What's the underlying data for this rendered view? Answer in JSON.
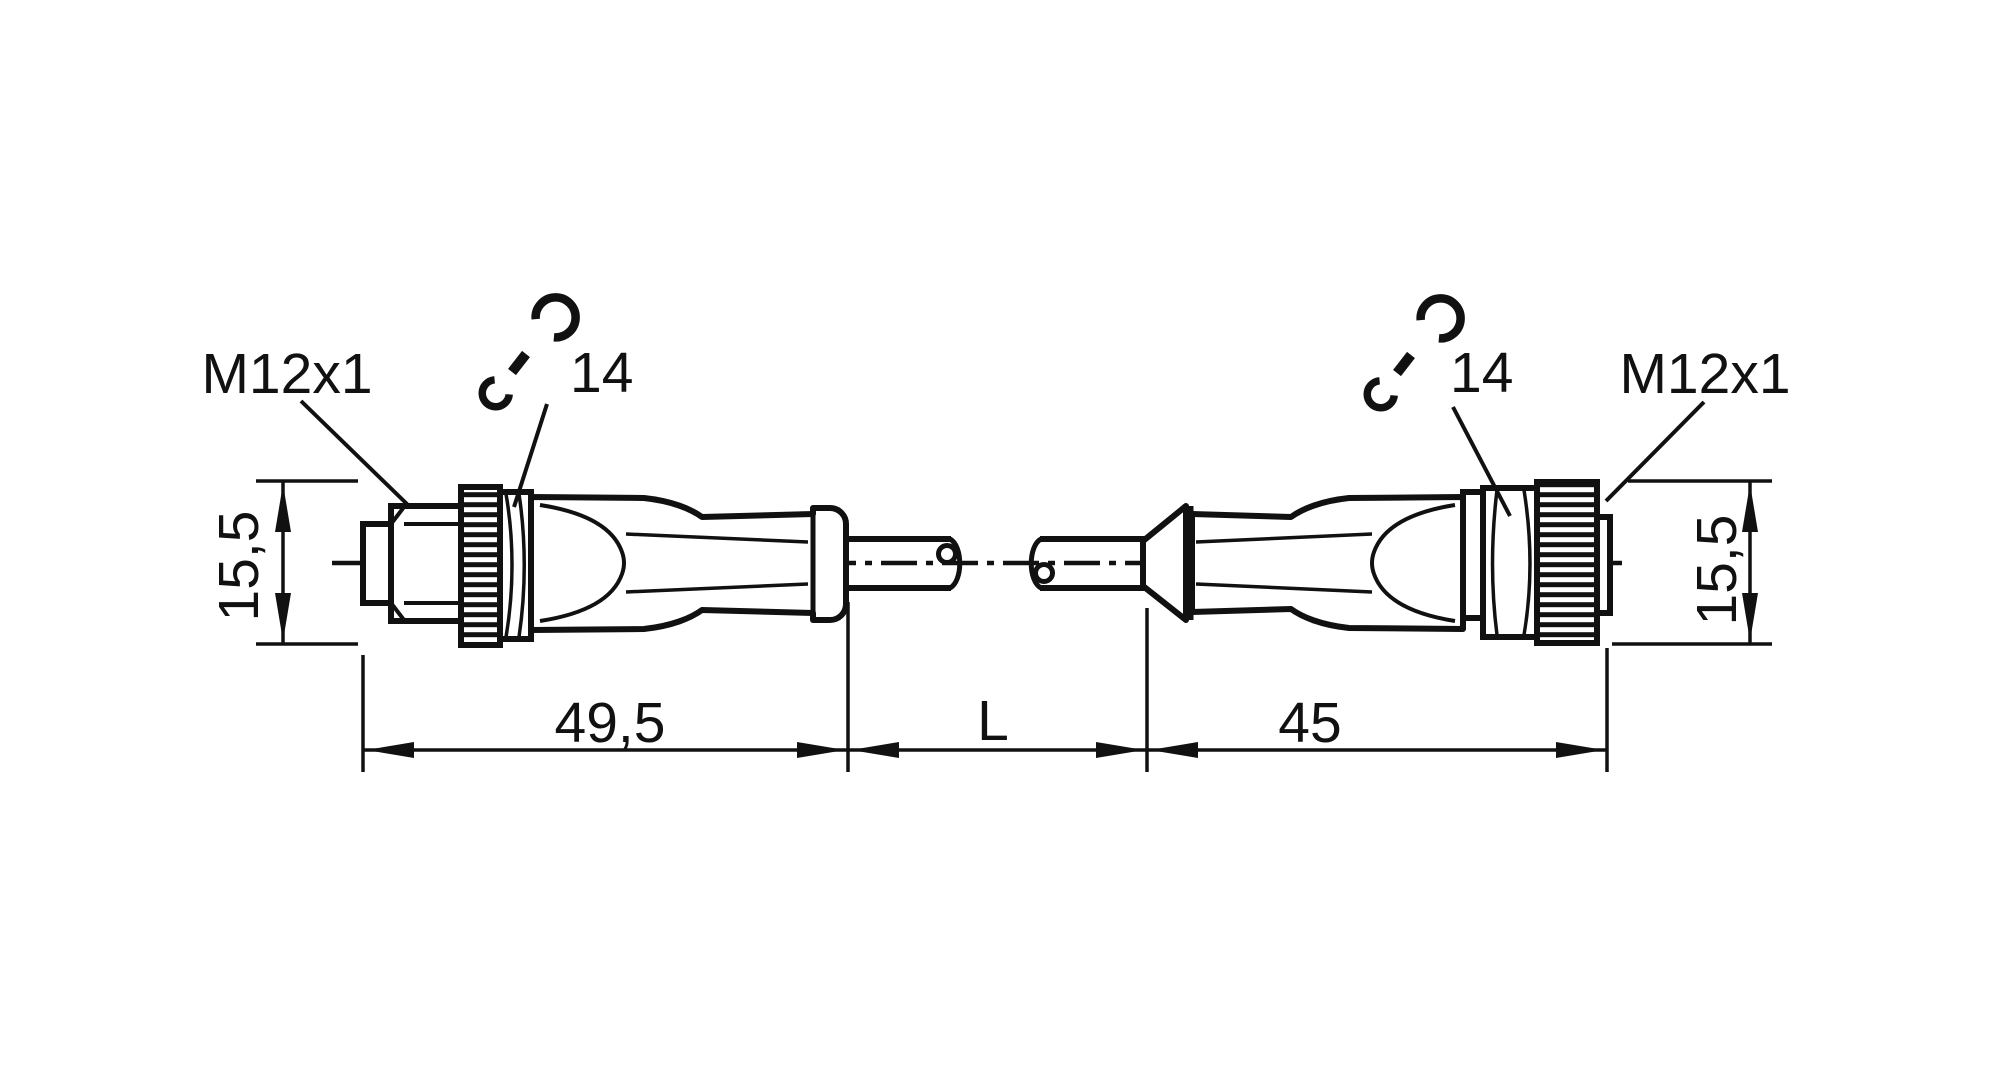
{
  "drawing": {
    "background": "#ffffff",
    "line_color": "#111111",
    "labels": {
      "left_connector_thread": "M12x1",
      "left_wrench_size": "14",
      "right_wrench_size": "14",
      "right_connector_thread": "M12x1"
    },
    "dimensions": {
      "left_connector_diameter": "15,5",
      "left_connector_length": "49,5",
      "cable_length": "L",
      "right_connector_length": "45",
      "right_connector_diameter": "15,5"
    },
    "icons": {
      "wrench": "open-end-wrench-icon"
    }
  }
}
